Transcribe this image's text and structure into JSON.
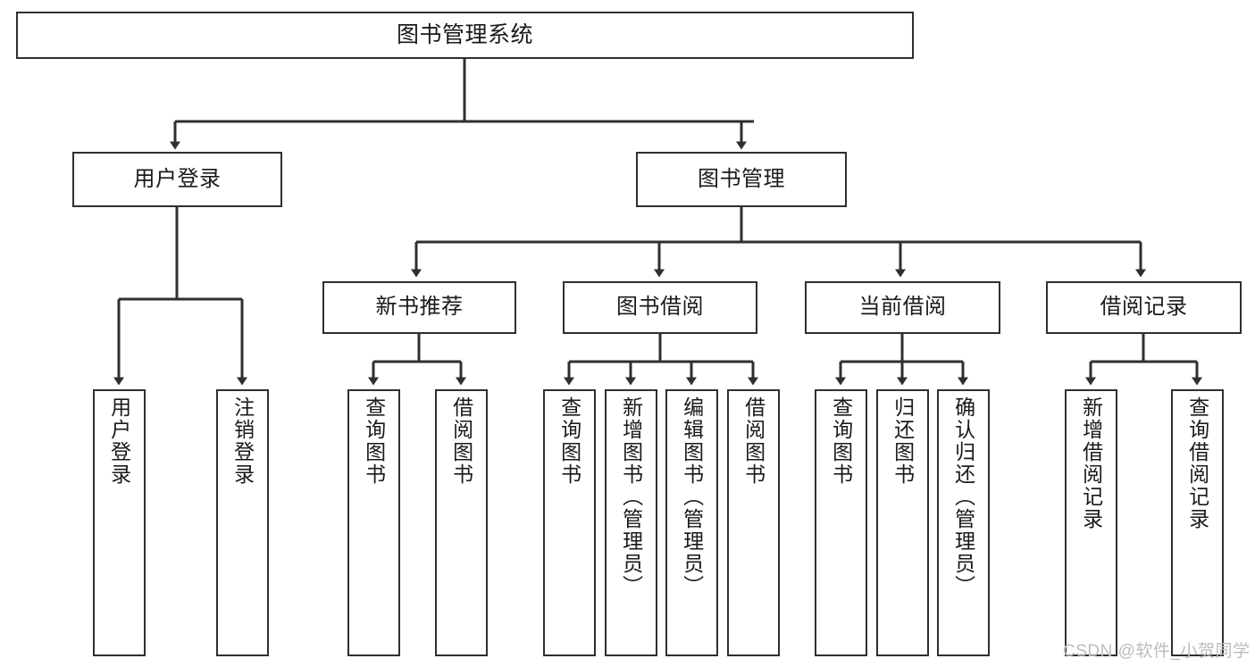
{
  "diagram": {
    "title_node": "图书管理系统",
    "type": "hierarchy-tree",
    "colors": {
      "stroke": "#2f2f2f",
      "fill": "#ffffff",
      "text": "#1a1a1a",
      "watermark": "#b9bcc0"
    },
    "levels": {
      "level1": [
        "用户登录",
        "图书管理"
      ],
      "level2": [
        "新书推荐",
        "图书借阅",
        "当前借阅",
        "借阅记录"
      ]
    },
    "nodes": {
      "root": {
        "label": "图书管理系统"
      },
      "user_login": {
        "label": "用户登录"
      },
      "book_manage": {
        "label": "图书管理"
      },
      "new_book_rec": {
        "label": "新书推荐"
      },
      "book_borrow": {
        "label": "图书借阅"
      },
      "current_borrow": {
        "label": "当前借阅"
      },
      "borrow_record": {
        "label": "借阅记录"
      },
      "leaf_user_login": {
        "label": "用户登录"
      },
      "leaf_logout": {
        "label": "注销登录"
      },
      "leaf_query_book_1": {
        "label": "查询图书"
      },
      "leaf_borrow_book_1": {
        "label": "借阅图书"
      },
      "leaf_query_book_2": {
        "label": "查询图书"
      },
      "leaf_add_book": {
        "label": "新增图书（管理员）"
      },
      "leaf_edit_book": {
        "label": "编辑图书（管理员）"
      },
      "leaf_borrow_book_2": {
        "label": "借阅图书"
      },
      "leaf_query_book_3": {
        "label": "查询图书"
      },
      "leaf_return_book": {
        "label": "归还图书"
      },
      "leaf_confirm_return": {
        "label": "确认归还（管理员）"
      },
      "leaf_add_record": {
        "label": "新增借阅记录"
      },
      "leaf_query_record": {
        "label": "查询借阅记录"
      }
    },
    "watermark": "CSDN @软件_小贺同学"
  }
}
